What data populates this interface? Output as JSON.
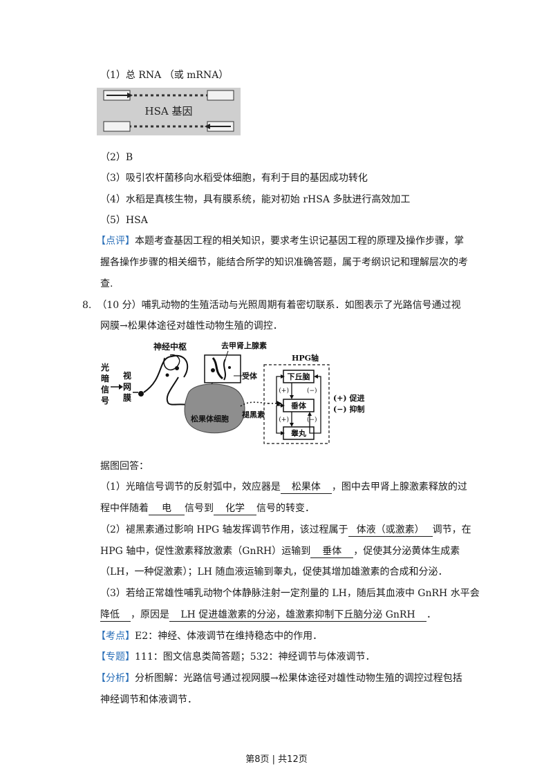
{
  "q7": {
    "a1": "（1）总 RNA （或 mRNA）",
    "a2": "（2）B",
    "a3": "（3）吸引农杆菌移向水稻受体细胞，有利于目的基因成功转化",
    "a4": "（4）水稻是真核生物，具有膜系统，能对初始 rHSA 多肽进行高效加工",
    "a5": "（5）HSA",
    "comment_tag": "【点评】",
    "comment_1": "本题考查基因工程的相关知识，要求考生识记基因工程的原理及操作步骤，掌",
    "comment_2": "握各操作步骤的相关细节，能结合所学的知识准确答题，属于考纲识记和理解层次的考",
    "comment_3": "查."
  },
  "hsa_figure": {
    "label": "HSA 基因"
  },
  "q8": {
    "num": "8.",
    "stem_1": "（10 分）哺乳动物的生殖活动与光照周期有着密切联系．如图表示了光路信号通过视",
    "stem_2": "网膜→松果体途径对雄性动物生殖的调控．",
    "prompt": "据图回答：",
    "p1_a": "（1）光暗信号调节的反射弧中，效应器是",
    "p1_ans1": "松果体",
    "p1_b": "，图中去甲肾上腺激素释放的过",
    "p1_c": "程中伴随着",
    "p1_ans2": "电",
    "p1_d": "信号到",
    "p1_ans3": "化学",
    "p1_e": "信号的转变．",
    "p2_a": "（2）褪黑素通过影响 HPG 轴发挥调节作用，该过程属于",
    "p2_ans1": "体液（或激素）",
    "p2_b": "调节，在",
    "p2_c": "HPG 轴中，促性激素释放激素（GnRH）运输到",
    "p2_ans2": "垂体",
    "p2_d": "，促使其分泌黄体生成素",
    "p2_e": "（LH，一种促激素）；LH 随血液运输到睾丸，促使其增加雄激素的合成和分泌．",
    "p3_a": "（3）若给正常雄性哺乳动物个体静脉注射一定剂量的 LH，随后其血液中 GnRH 水平会",
    "p3_ans1": "降低",
    "p3_b": "，原因是",
    "p3_ans2": "LH 促进雄激素的分泌，雄激素抑制下丘脑分泌 GnRH",
    "p3_c": "．",
    "kaodian_tag": "【考点】",
    "kaodian": "E2：神经、体液调节在维持稳态中的作用．",
    "zhuanti_tag": "【专题】",
    "zhuanti": "111：图文信息类简答题；532：神经调节与体液调节．",
    "fenxi_tag": "【分析】",
    "fenxi_1": "分析图解：光路信号通过视网膜→松果体途径对雄性动物生殖的调控过程包括",
    "fenxi_2": "神经调节和体液调节．"
  },
  "figure8": {
    "light_signal": "光暗信号",
    "retina": "视网膜",
    "nerve_center": "神经中枢",
    "norepinephrine": "去甲肾上腺素",
    "receptor": "受体",
    "pineal_cell": "松果体细胞",
    "melatonin": "褪黑素",
    "hpg_axis": "HPG轴",
    "hypothalamus": "下丘脑",
    "pituitary": "垂体",
    "testis": "睾丸",
    "plus": "(+)",
    "minus": "(−)",
    "legend_promote": "(+) 促进",
    "legend_inhibit": "(−) 抑制"
  },
  "footer": "第8页 | 共12页"
}
